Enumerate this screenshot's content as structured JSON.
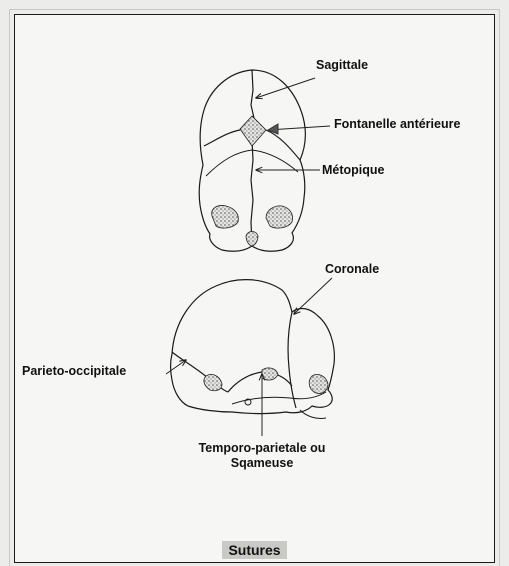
{
  "labels": {
    "sagittale": "Sagittale",
    "fontanelle": "Fontanelle antérieure",
    "metopique": "Métopique",
    "coronale": "Coronale",
    "parieto": "Parieto-occipitale",
    "temporo_line1": "Temporo-parietale ou",
    "temporo_line2": "Sqameuse"
  },
  "caption": "Sutures",
  "colors": {
    "ink": "#111111",
    "paper": "#f6f6f4",
    "caption_bg": "#c9c9c6"
  }
}
